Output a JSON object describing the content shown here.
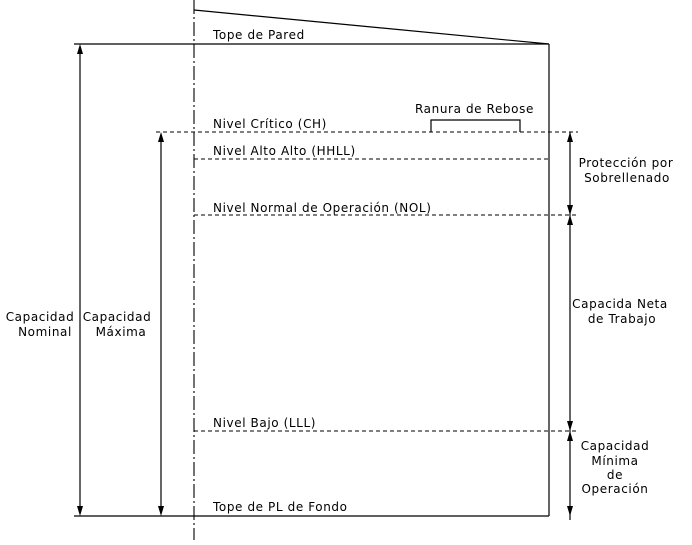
{
  "levels": {
    "tope_pared": "Tope de Pared",
    "nivel_critico": "Nivel Crítico (CH)",
    "ranura": "Ranura de Rebose",
    "nivel_alto_alto": "Nivel Alto Alto (HHLL)",
    "nivel_normal": "Nivel Normal de Operación (NOL)",
    "nivel_bajo": "Nivel Bajo (LLL)",
    "tope_fondo": "Tope de PL de Fondo"
  },
  "dimensions": {
    "capacidad_nominal": [
      "Capacidad",
      "Nominal"
    ],
    "capacidad_maxima": [
      "Capacidad",
      "Máxima"
    ],
    "proteccion": [
      "Protección por",
      "Sobrellenado"
    ],
    "capacidad_neta": [
      "Capacida Neta",
      "de Trabajo"
    ],
    "capacidad_minima": [
      "Capacidad",
      "Mínima",
      "de",
      "Operación"
    ]
  }
}
